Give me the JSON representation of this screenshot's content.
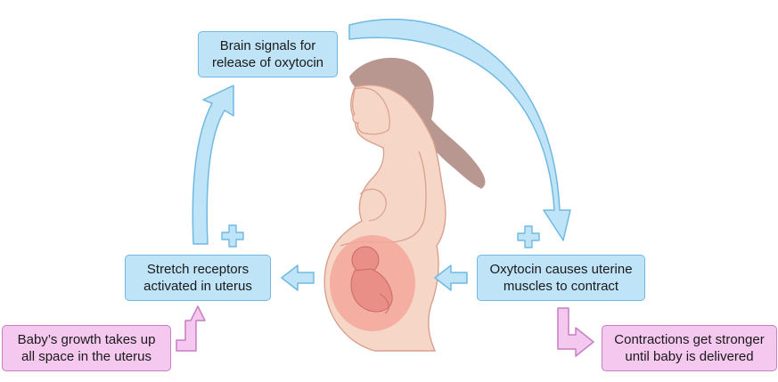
{
  "colors": {
    "blue_fill": "#bfe3f7",
    "blue_stroke": "#6fb9e3",
    "pink_fill": "#f4c8ef",
    "pink_stroke": "#c77fc3",
    "skin": "#f6d6c6",
    "skin_stroke": "#d9a08e",
    "hair": "#b89790",
    "womb": "#f3a89b",
    "fetus": "#ea8f87"
  },
  "nodes": {
    "brain": {
      "text": "Brain signals for\nrelease of oxytocin"
    },
    "stretch": {
      "text": "Stretch receptors\nactivated in uterus"
    },
    "oxytocin": {
      "text": "Oxytocin causes uterine\nmuscles to contract"
    },
    "growth": {
      "text": "Baby’s growth takes up\nall space in the uterus"
    },
    "contractions": {
      "text": "Contractions get stronger\nuntil baby is delivered"
    }
  },
  "icons": {
    "plus_left": "plus-icon",
    "plus_right": "plus-icon"
  }
}
